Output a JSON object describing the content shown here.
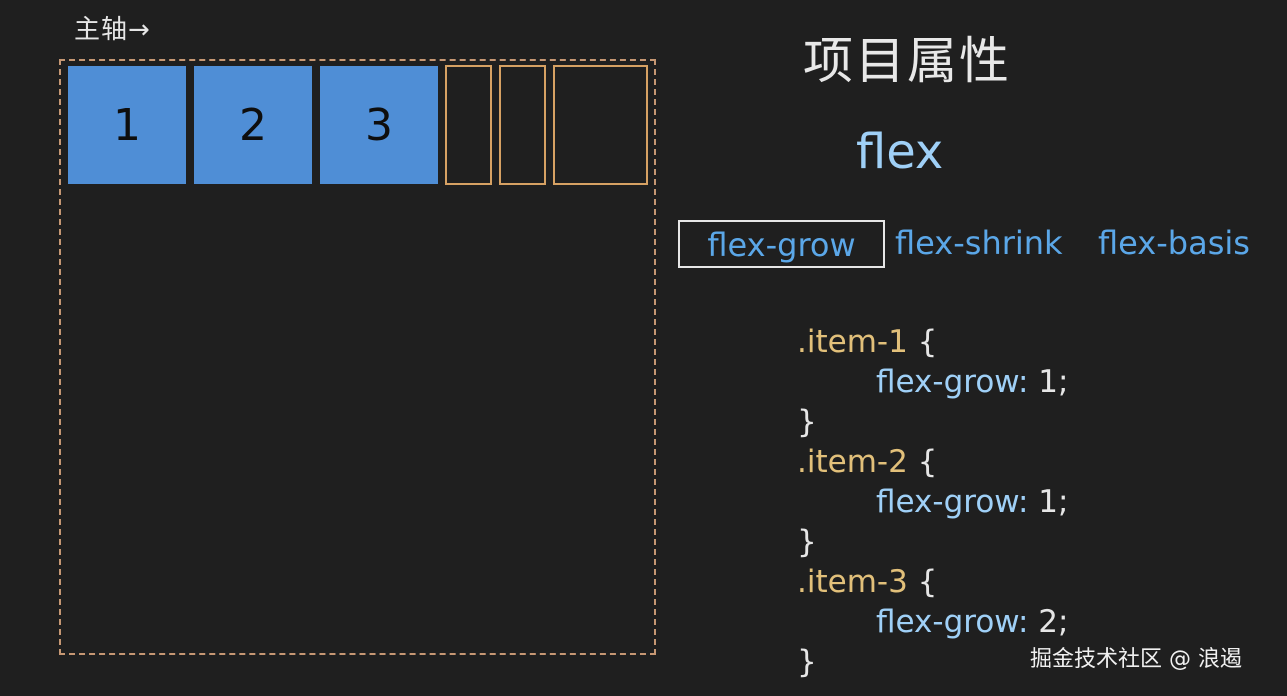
{
  "axis": {
    "label": "主轴→"
  },
  "items": [
    {
      "label": "1"
    },
    {
      "label": "2"
    },
    {
      "label": "3"
    }
  ],
  "section": {
    "title": "项目属性",
    "shorthand": "flex"
  },
  "tabs": [
    {
      "label": "flex-grow",
      "selected": true
    },
    {
      "label": "flex-shrink",
      "selected": false
    },
    {
      "label": "flex-basis",
      "selected": false
    }
  ],
  "code": [
    {
      "selector": ".item-1",
      "open": "{",
      "property": "flex-grow:",
      "value": "1;",
      "close": "}"
    },
    {
      "selector": ".item-2",
      "open": "{",
      "property": "flex-grow:",
      "value": "1;",
      "close": "}"
    },
    {
      "selector": ".item-3",
      "open": "{",
      "property": "flex-grow:",
      "value": "2;",
      "close": "}"
    }
  ],
  "watermark": "掘金技术社区 @ 浪遏",
  "colors": {
    "background": "#1f1f1f",
    "item_fill": "#4f8ed6",
    "ghost_border": "#d6a163",
    "container_border": "#d9a57d",
    "selector": "#e2c07a",
    "property": "#9fd0f7",
    "tab_text": "#5ba7e8"
  }
}
